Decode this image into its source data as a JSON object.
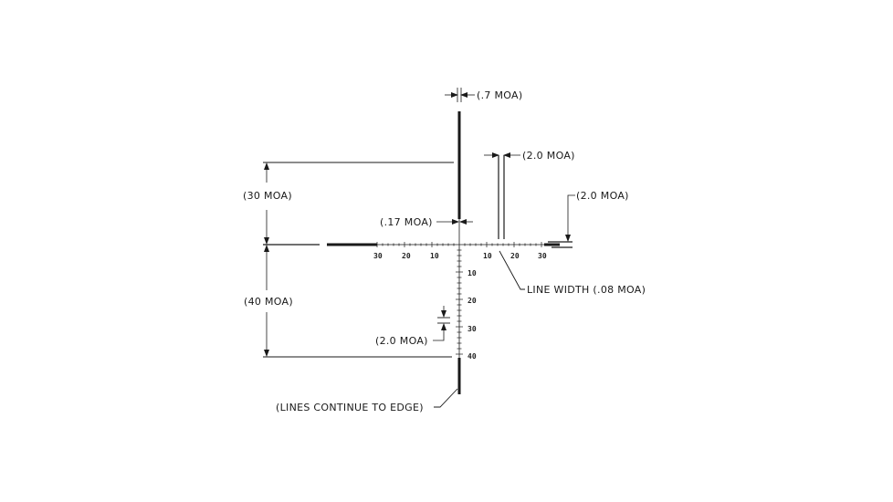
{
  "diagram": {
    "type": "reticle-dimension-drawing",
    "colors": {
      "line": "#1a1a1a",
      "background": "#ffffff"
    },
    "annotations": {
      "top_post_width": "(.7 MOA)",
      "double_line_spacing": "(2.0 MOA)",
      "right_double_line_spacing": "(2.0 MOA)",
      "upper_dimension": "(30 MOA)",
      "center_line_width": "(.17 MOA)",
      "line_width": "LINE WIDTH (.08 MOA)",
      "lower_dimension": "(40 MOA)",
      "vertical_tick_spacing": "(2.0 MOA)",
      "edge_note": "(LINES CONTINUE TO EDGE)"
    },
    "horizontal_scale": {
      "left_labels": [
        "30",
        "20",
        "10"
      ],
      "right_labels": [
        "10",
        "20",
        "30"
      ]
    },
    "vertical_scale": {
      "labels": [
        "10",
        "20",
        "30",
        "40"
      ]
    }
  }
}
